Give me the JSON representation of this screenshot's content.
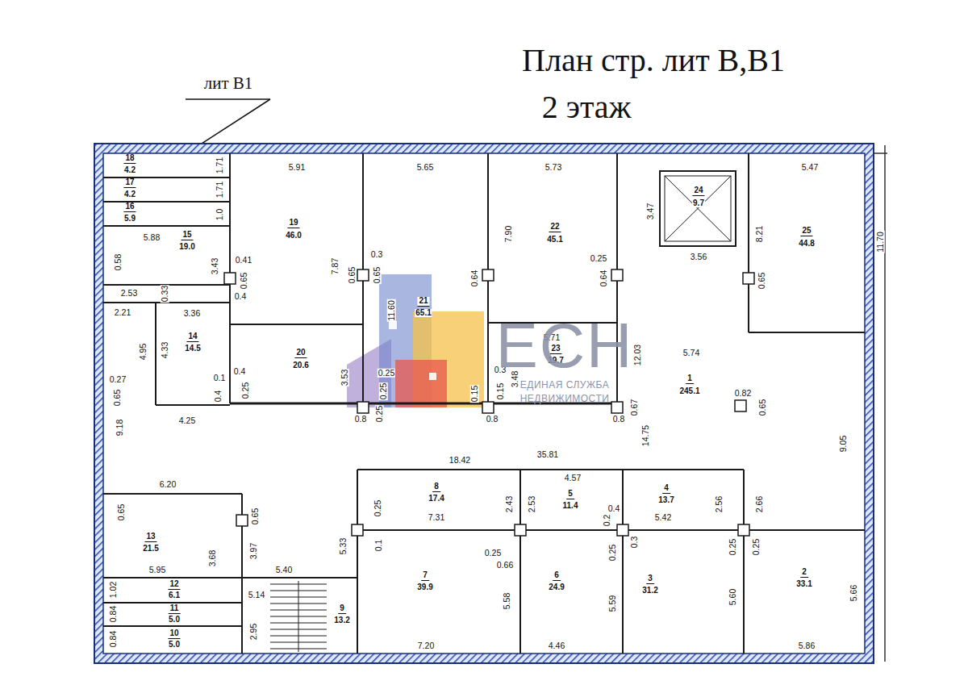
{
  "diagram": {
    "title": "План стр. лит В,В1",
    "labels": [
      "лит В1",
      "2 этаж",
      "18",
      "4.2",
      "17",
      "4.2",
      "16",
      "5.9",
      "15",
      "19.0",
      "14",
      "14.5",
      "19",
      "46.0",
      "20",
      "20.6",
      "21",
      "65.1",
      "22",
      "45.1",
      "23",
      "19.7",
      "24",
      "9.7",
      "25",
      "44.8",
      "1",
      "245.1",
      "8",
      "17.4",
      "5",
      "11.4",
      "4",
      "13.7",
      "13",
      "21.5",
      "7",
      "39.9",
      "6",
      "24.9",
      "3",
      "31.2",
      "2",
      "33.1",
      "12",
      "6.1",
      "11",
      "5.0",
      "10",
      "5.0",
      "9",
      "13.2",
      "5.91",
      "5.65",
      "5.73",
      "5.47",
      "1.71",
      "1.71",
      "1.0",
      "5.88",
      "0.58",
      "3.43",
      "0.41",
      "0.65",
      "0.4",
      "7.87",
      "0.65",
      "0.3",
      "0.65",
      "11.60",
      "7.90",
      "0.64",
      "0.25",
      "0.64",
      "3.47",
      "3.56",
      "8.21",
      "0.65",
      "11.70",
      "2.53",
      "0.33",
      "2.21",
      "3.36",
      "5.71",
      "12.03",
      "4.95",
      "4.33",
      "0.27",
      "0.65",
      "0.1",
      "0.4",
      "0.25",
      "0.4",
      "3.53",
      "0.25",
      "0.25",
      "0.3",
      "0.15",
      "3.48",
      "0.15",
      "9.18",
      "4.25",
      "0.8",
      "0.25",
      "0.8",
      "0.8",
      "0.67",
      "5.74",
      "0.82",
      "0.65",
      "35.81",
      "14.75",
      "9.05",
      "18.42",
      "6.20",
      "0.65",
      "0.65",
      "4.57",
      "2.43",
      "2.53",
      "0.4",
      "0.2",
      "5.42",
      "2.56",
      "2.66",
      "0.25",
      "7.31",
      "0.1",
      "0.25",
      "0.66",
      "0.25",
      "0.3",
      "0.25",
      "0.25",
      "5.95",
      "3.68",
      "3.97",
      "5.33",
      "5.40",
      "1.02",
      "0.84",
      "0.84",
      "5.14",
      "2.95",
      "5.58",
      "5.59",
      "5.60",
      "5.66",
      "7.20",
      "4.46",
      "5.86",
      "ЕСН",
      "ЕДИНАЯ СЛУЖБА",
      "НЕДВИЖИМОСТИ"
    ]
  }
}
